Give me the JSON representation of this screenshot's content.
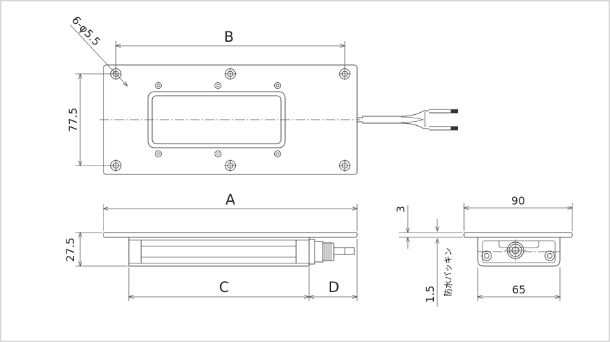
{
  "labels": {
    "hole_spec": "6-φ5.5",
    "dim_b": "B",
    "dim_height": "77.5",
    "dim_a": "A",
    "dim_thickness": "27.5",
    "dim_c": "C",
    "dim_d": "D",
    "dim_plate": "3",
    "dim_gasket": "1.5",
    "gasket_note": "防水パッキン",
    "dim_90": "90",
    "dim_65": "65"
  },
  "colors": {
    "line": "#4a4a4a",
    "frame": "#c8c8c8"
  }
}
